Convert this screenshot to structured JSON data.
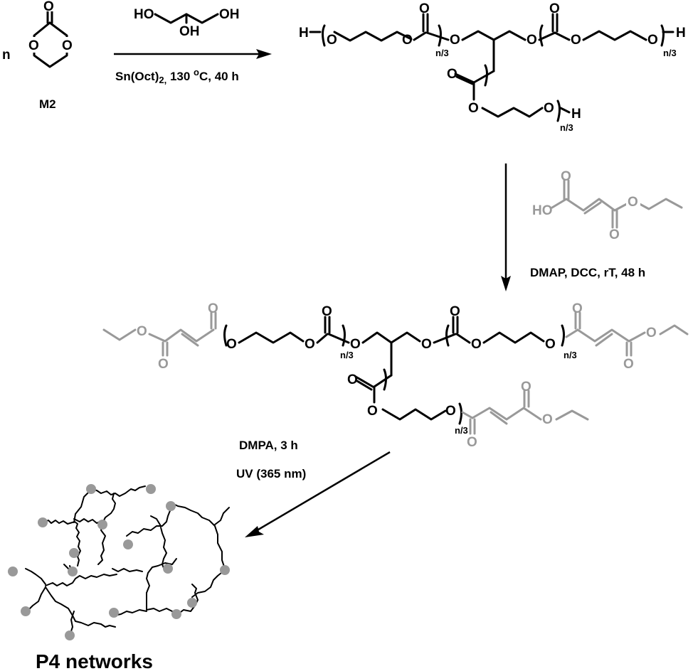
{
  "figure": {
    "coefficient": "n",
    "monomer_label": "M2",
    "step1": {
      "conditions": "Sn(Oct)",
      "conditions_sub": "2,",
      "conditions_rest": " 130 ",
      "conditions_sup": "o",
      "conditions_end": "C, 40 h"
    },
    "step2": {
      "conditions": "DMAP, DCC, rT, 48 h"
    },
    "step3": {
      "line1": "DMPA, 3 h",
      "line2": "UV (365 nm)"
    },
    "product_label": "P4 networks",
    "repeat_unit": "n/3",
    "atoms": {
      "O": "O",
      "H": "H",
      "OH": "OH",
      "HO": "HO"
    },
    "colors": {
      "backbone": "#000000",
      "fumarate": "#999999",
      "network_end": "#999999"
    }
  }
}
